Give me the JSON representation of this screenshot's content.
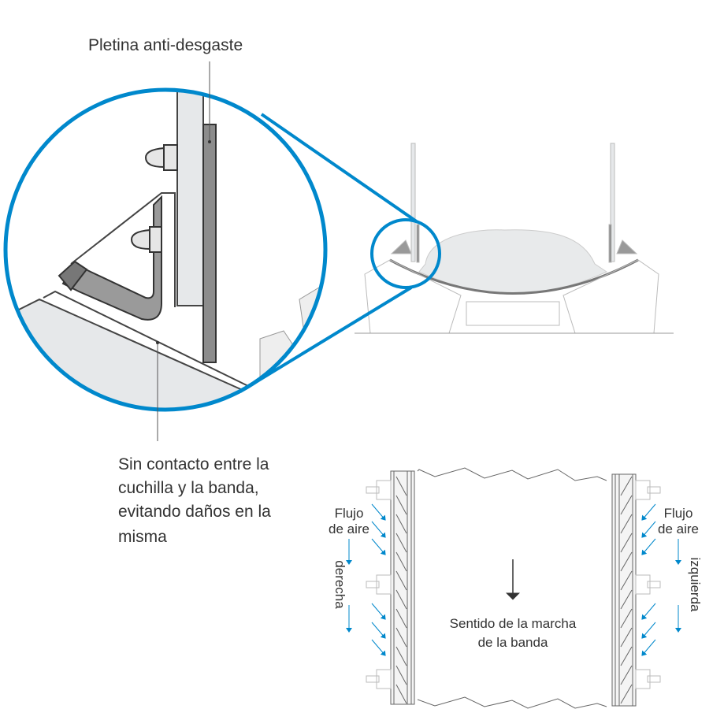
{
  "labels": {
    "wear_strip": "Pletina anti-desgaste",
    "no_contact": [
      "Sin contacto entre la",
      "cuchilla y la banda,",
      "evitando daños en la",
      "misma"
    ],
    "airflow_left": [
      "Flujo",
      "de aire"
    ],
    "airflow_right": [
      "Flujo",
      "de aire"
    ],
    "side_left": "derecha",
    "side_right": "izquierda",
    "belt_direction": [
      "Sentido de la marcha",
      "de la banda"
    ]
  },
  "colors": {
    "accent": "#0088cc",
    "line": "#555555",
    "light_fill": "#e6e8ea"
  }
}
